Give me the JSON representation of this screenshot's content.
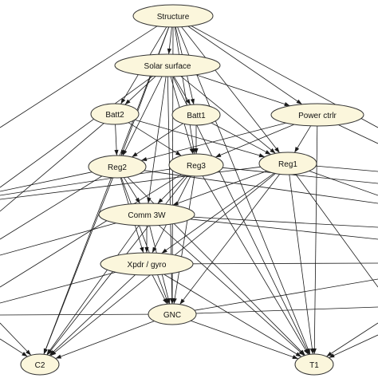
{
  "colors": {
    "node_fill": "#fbf6dc",
    "node_stroke": "#333333",
    "edge": "#1a1a1a",
    "background": "#ffffff"
  },
  "nodes": [
    {
      "id": "structure",
      "label": "Structure"
    },
    {
      "id": "solar",
      "label": "Solar surface"
    },
    {
      "id": "batt2",
      "label": "Batt2"
    },
    {
      "id": "batt1",
      "label": "Batt1"
    },
    {
      "id": "power",
      "label": "Power ctrlr"
    },
    {
      "id": "reg2",
      "label": "Reg2"
    },
    {
      "id": "reg3",
      "label": "Reg3"
    },
    {
      "id": "reg1",
      "label": "Reg1"
    },
    {
      "id": "comm",
      "label": "Comm 3W"
    },
    {
      "id": "xpdr",
      "label": "Xpdr / gyro"
    },
    {
      "id": "gnc",
      "label": "GNC"
    },
    {
      "id": "c2",
      "label": "C2"
    },
    {
      "id": "t1",
      "label": "T1"
    }
  ]
}
